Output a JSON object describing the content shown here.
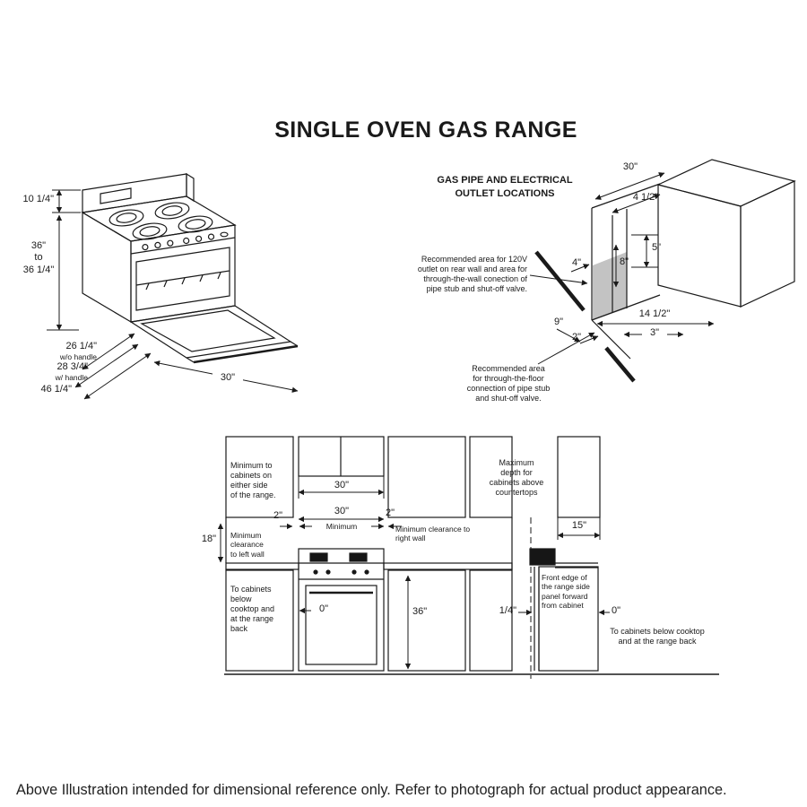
{
  "title": "SINGLE OVEN GAS RANGE",
  "footer": "Above Illustration intended for dimensional reference only. Refer to photograph for actual product appearance.",
  "range": {
    "backsplash_height": "10 1/4\"",
    "height_range": "36\"\nto\n36 1/4\"",
    "depth_wo_handle": "26 1/4\"",
    "depth_wo_handle_note": "w/o handle",
    "depth_w_handle": "28 3/4\"",
    "depth_w_handle_note": "w/ handle",
    "depth_total": "46 1/4\"",
    "width": "30\""
  },
  "gas": {
    "heading": "GAS PIPE AND ELECTRICAL\nOUTLET LOCATIONS",
    "dims": {
      "top_width": "30\"",
      "outlet_offset": "4 1/2\"",
      "outlet_height_upper": "5\"",
      "outlet_left": "4\"",
      "outlet_height": "8\"",
      "floor_left": "9\"",
      "floor_gap": "2\"",
      "floor_width": "14 1/2\"",
      "floor_depth": "3\""
    },
    "wall_note": "Recommended area for 120V\noutlet on rear wall and area for\nthrough-the-wall conection of\npipe stub and shut-off valve.",
    "floor_note": "Recommended area\nfor through-the-floor\nconnection of pipe stub\nand shut-off valve."
  },
  "cabinets": {
    "side_note": "Minimum to\ncabinets on\neither side\nof the range.",
    "upper_width": "30\"",
    "left_gap": "2\"",
    "min_width": "30\"",
    "min_width_note": "Minimum",
    "right_gap": "2\"",
    "right_wall_note": "Minimum clearance to\nright wall",
    "left_wall_height": "18\"",
    "left_wall_note": "Minimum\nclearance\nto left wall",
    "below_note": "To cabinets\nbelow\ncooktop and\nat the range\nback",
    "zero_left": "0\"",
    "counter_height": "36\"",
    "max_depth_note": "Maximum\ndepth for\ncabinets above\ncountertops",
    "upper_depth": "15\"",
    "front_edge_note": "Front edge of\nthe range side\npanel forward\nfrom cabinet",
    "quarter": "1/4\"",
    "zero_right": "0\"",
    "below_note_right": "To cabinets below cooktop\nand at the range back"
  }
}
